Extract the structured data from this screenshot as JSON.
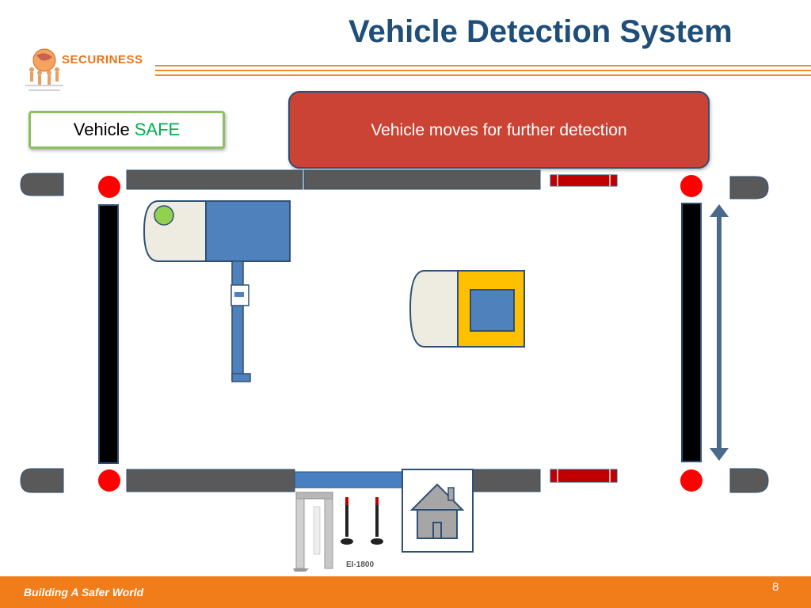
{
  "header": {
    "title": "Vehicle Detection System",
    "logo_text": "SECURINESS"
  },
  "status": {
    "label": "Vehicle",
    "value": "SAFE",
    "value_color": "#00b050"
  },
  "callout": {
    "text": "Vehicle moves for further detection",
    "color": "#cb4335"
  },
  "equipment": {
    "model_label": "EI-1800"
  },
  "icons": [
    "globe-people-logo",
    "house-icon",
    "walk-through-metal-detector",
    "barrier-arrow"
  ],
  "footer": {
    "slogan": "Building A Safer World",
    "page_number": "8",
    "color": "#f07d1a"
  }
}
